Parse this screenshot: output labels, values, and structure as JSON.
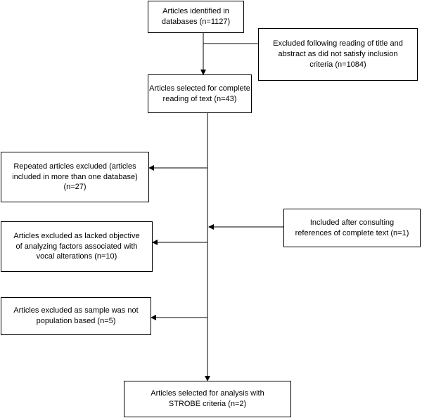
{
  "boxes": {
    "identified": "Articles identified in\ndatabases (n=1127)",
    "excluded_title": "Excluded following reading of title and\nabstract as did not satisfy inclusion\ncriteria (n=1084)",
    "selected_complete": "Articles selected for complete\nreading of text (n=43)",
    "repeated_excluded": "Repeated articles excluded (articles\nincluded in more than one database)\n(n=27)",
    "included_references": "Included after consulting\nreferences of complete text (n=1)",
    "excluded_objective": "Articles excluded as lacked objective\nof analyzing factors associated with\nvocal alterations (n=10)",
    "excluded_sample": "Articles excluded as sample was not\npopulation based (n=5)",
    "selected_analysis": "Articles selected for analysis with\nSTROBE criteria (n=2)"
  },
  "colors": {
    "line": "#000000",
    "box_border": "#000000",
    "background": "#ffffff"
  }
}
